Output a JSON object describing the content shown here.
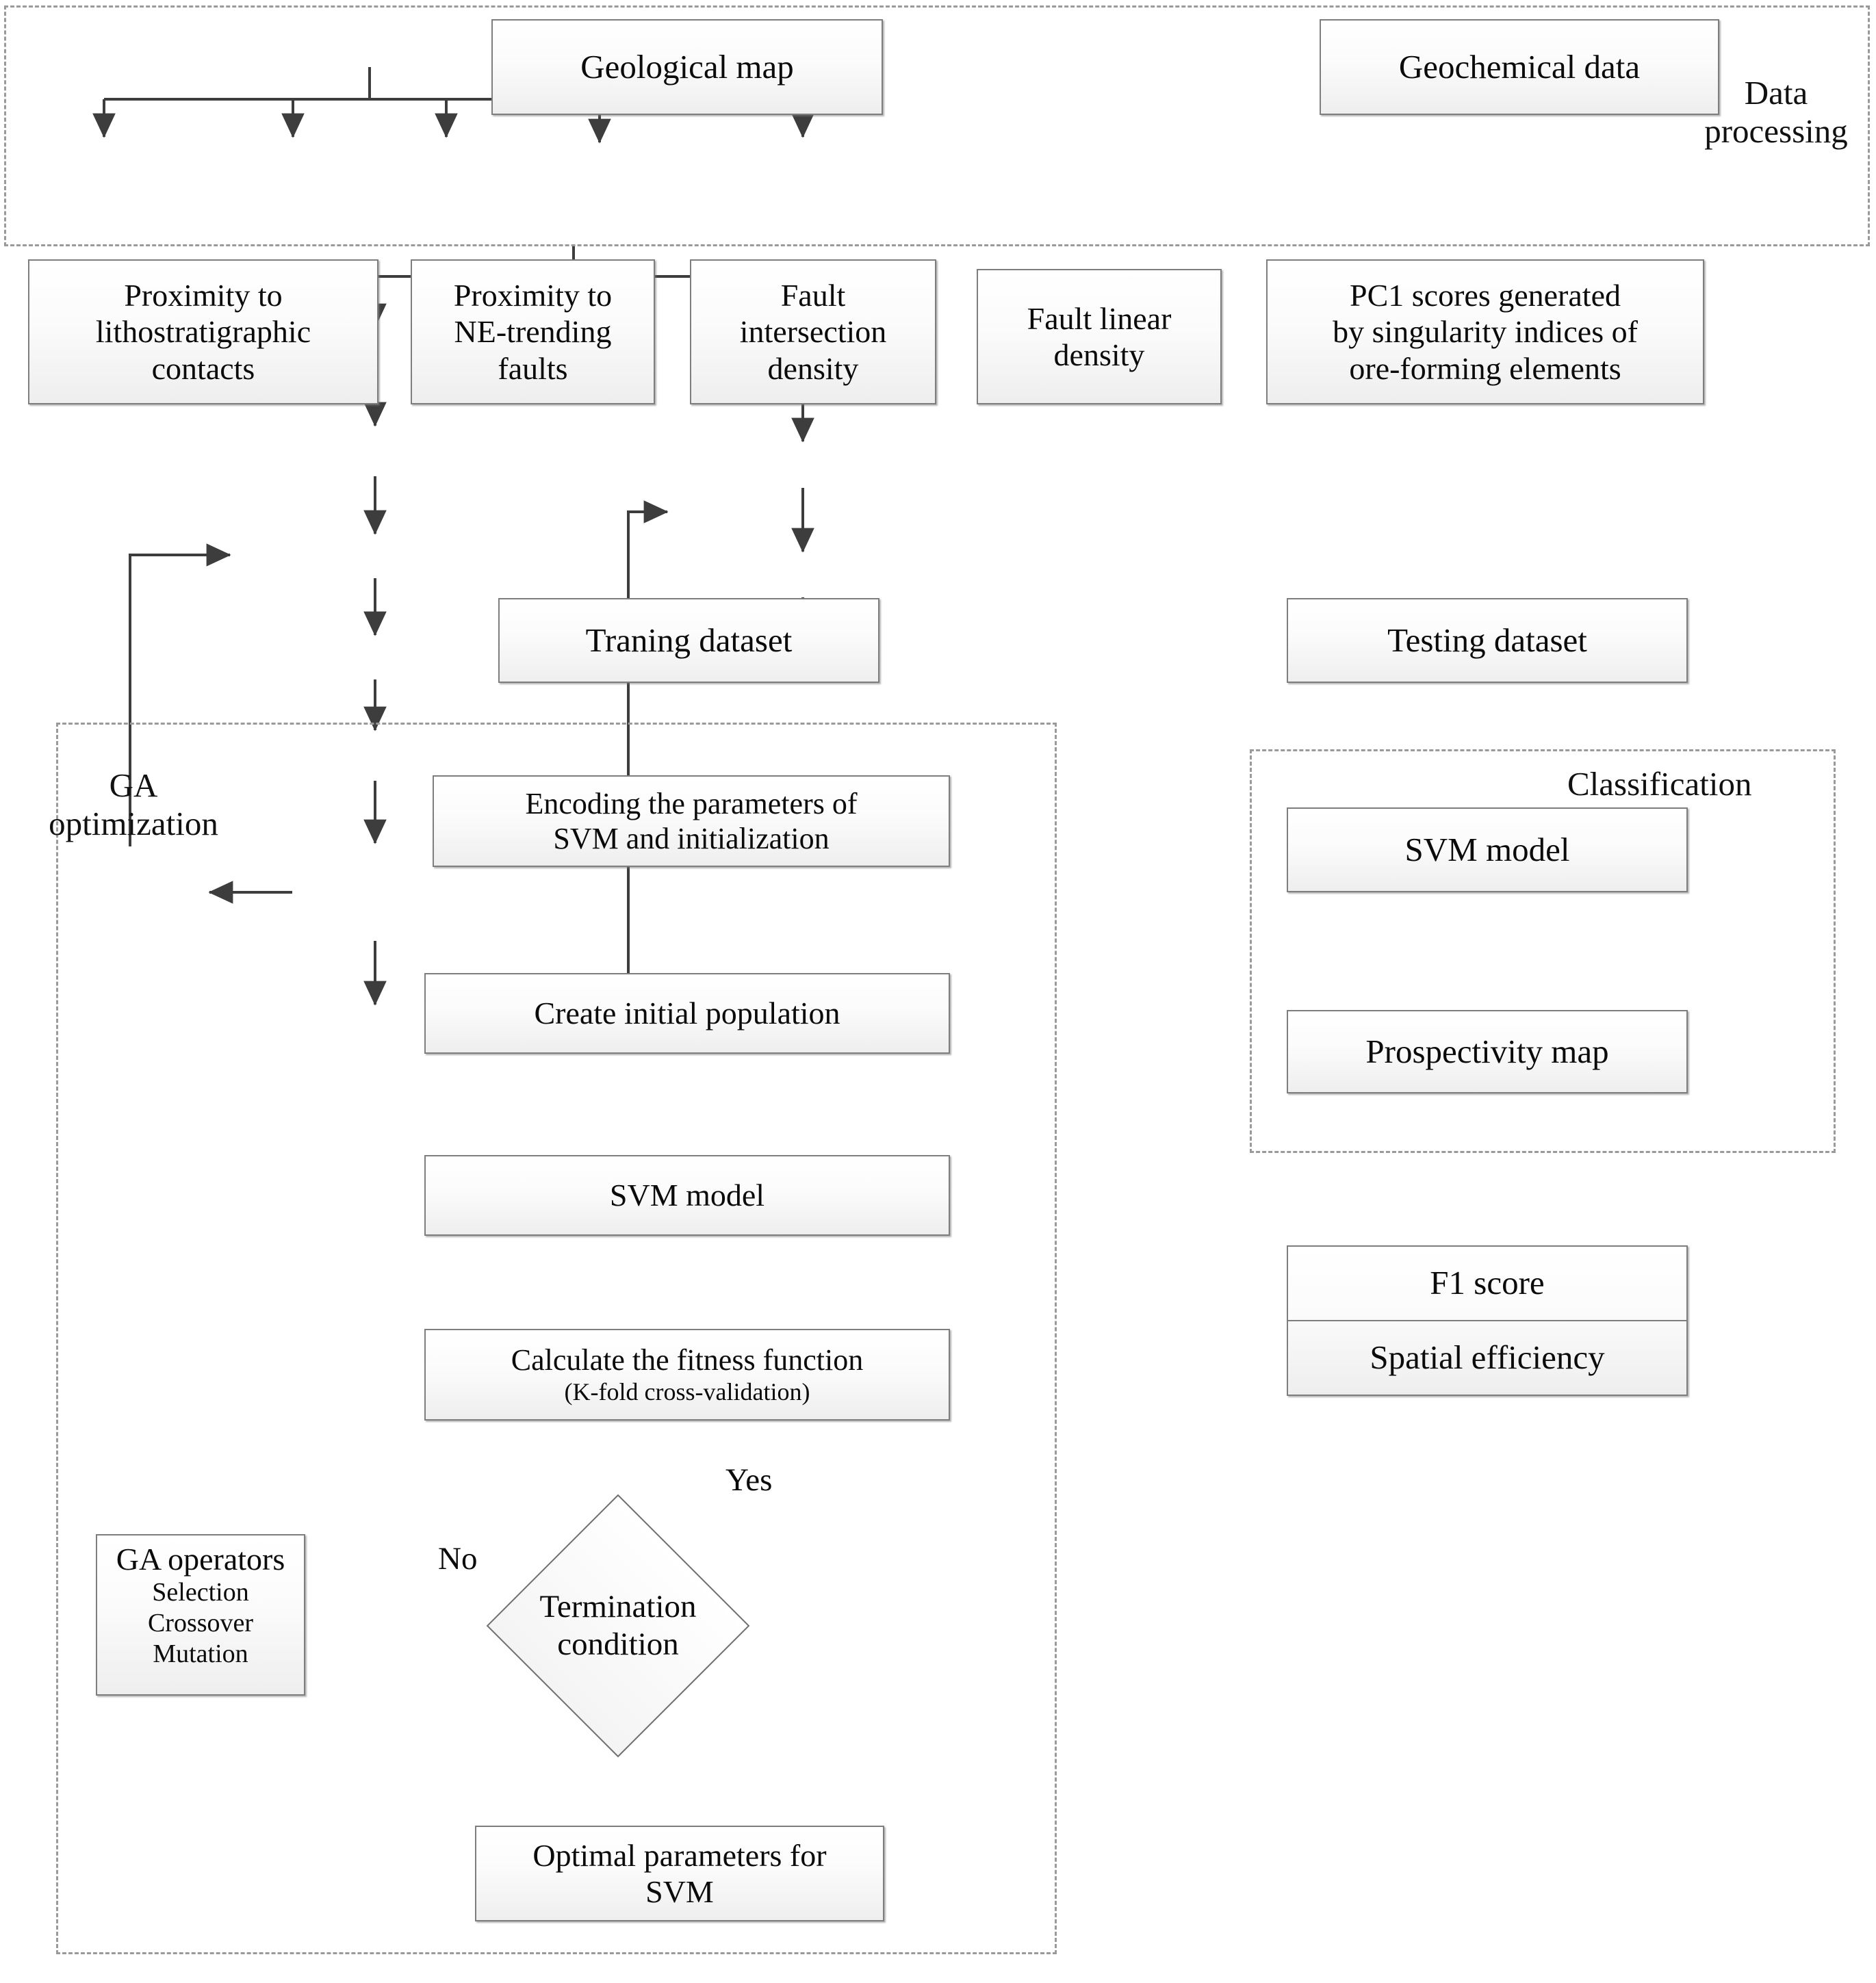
{
  "figure": {
    "type": "flowchart",
    "title": "GA-optimized SVM mineral prospectivity mapping workflow"
  },
  "regions": [
    {
      "id": "data-processing",
      "label": "Data\nprocessing"
    },
    {
      "id": "ga-optimization",
      "label": "GA\noptimization"
    },
    {
      "id": "classification",
      "label": "Classification"
    }
  ],
  "nodes": {
    "geological_map": "Geological map",
    "geochemical_data": "Geochemical data",
    "proximity_litho": "Proximity to\nlithostratigraphic\ncontacts",
    "proximity_ne": "Proximity to\nNE-trending\nfaults",
    "fault_intersection": "Fault\nintersection\ndensity",
    "fault_linear": "Fault linear\ndensity",
    "pc1_scores": "PC1 scores generated\nby singularity indices of\nore-forming elements",
    "training_dataset": "Traning dataset",
    "testing_dataset": "Testing dataset",
    "encoding": "Encoding the parameters of\nSVM and initialization",
    "create_population": "Create initial population",
    "svm_model_ga": "SVM model",
    "fitness_main": "Calculate the fitness function",
    "fitness_sub": "(K-fold cross-validation)",
    "termination": "Termination\ncondition",
    "ga_operators_title": "GA operators",
    "ga_operators_items": [
      "Selection",
      "Crossover",
      "Mutation"
    ],
    "optimal_parameters": "Optimal parameters for\nSVM",
    "svm_model_class": "SVM model",
    "prospectivity_map": "Prospectivity map",
    "f1_score": "F1 score",
    "spatial_efficiency": "Spatial efficiency"
  },
  "edge_labels": {
    "yes": "Yes",
    "no": "No"
  },
  "colors": {
    "node_border": "#7e7e7e",
    "node_fill_top": "#ffffff",
    "node_fill_bottom": "#eeeeee",
    "region_border": "#9a9a9a",
    "connector": "#3d3d3d",
    "text": "#0b0b0b",
    "background": "#ffffff"
  }
}
